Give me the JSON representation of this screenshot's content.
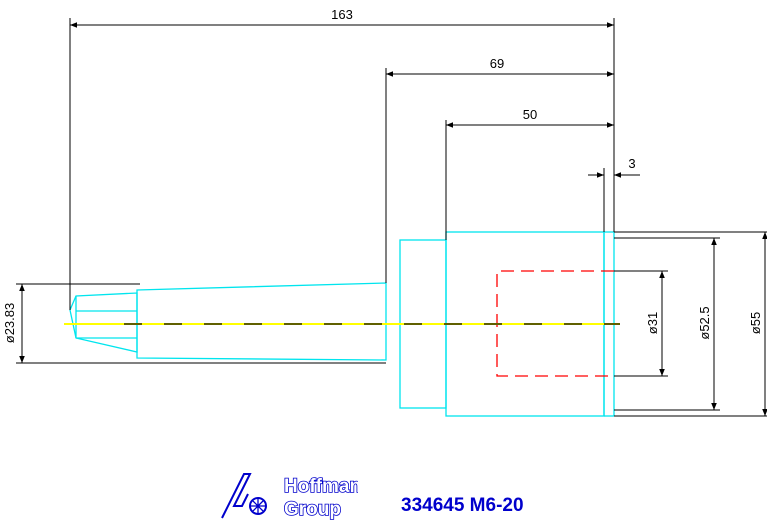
{
  "dimensions": {
    "overall_length": "163",
    "length_69": "69",
    "length_50": "50",
    "length_3": "3",
    "dia_23_83": "ø23.83",
    "dia_31": "ø31",
    "dia_52_5": "ø52.5",
    "dia_55": "ø55"
  },
  "footer": {
    "brand_line1": "Hoffmann",
    "brand_line2": "Group",
    "part_number": "334645 M6-20"
  },
  "colors": {
    "outline": "#00e5ee",
    "centerline": "#ffff00",
    "hidden": "#ff0000",
    "dimension": "#000000",
    "brand": "#0000cc"
  }
}
